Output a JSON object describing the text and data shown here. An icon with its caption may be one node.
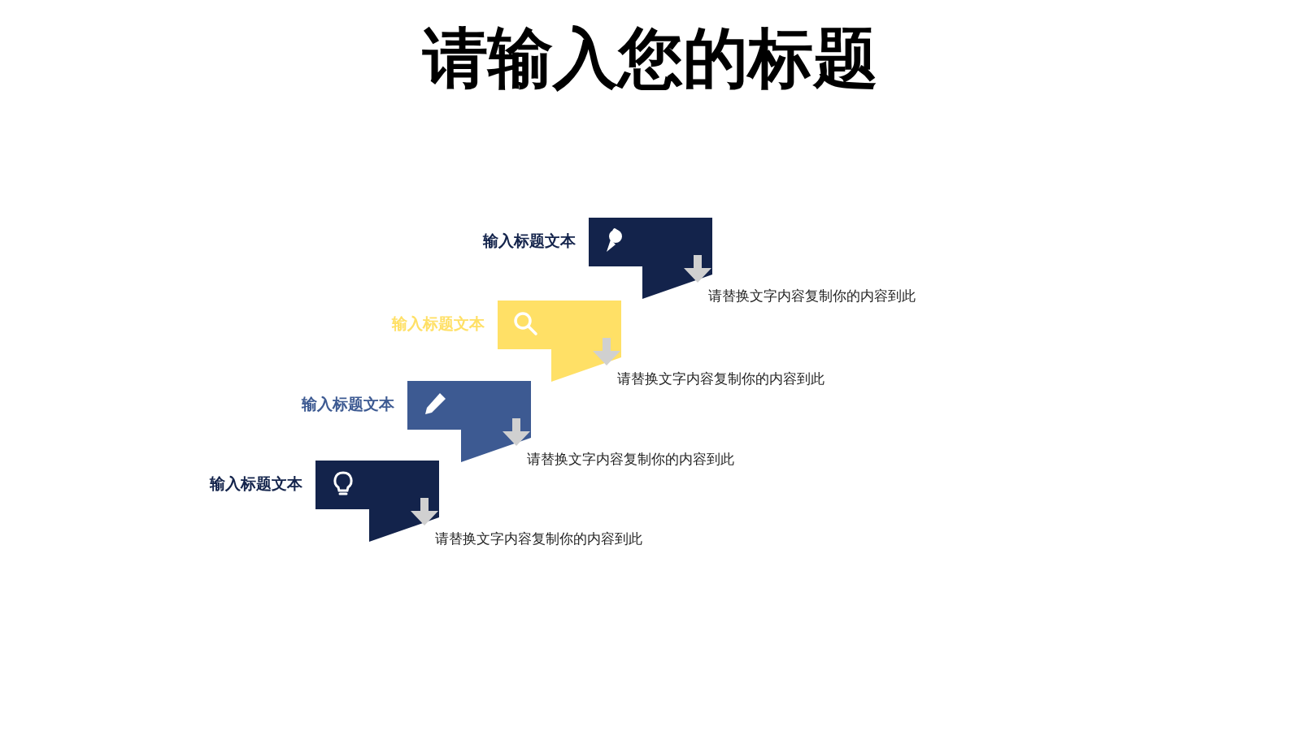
{
  "diagram": {
    "title": "请输入您的标题",
    "nodes": [
      {
        "text": [
          "输入标题文本"
        ],
        "beside": [
          "请替换文字内容复制你的内容到此"
        ]
      },
      {
        "text": [
          "输入标题文本"
        ],
        "beside": [
          "请替换文字内容复制你的内容到此"
        ]
      },
      {
        "text": [
          "输入标题文本"
        ],
        "beside": [
          "请替换文字内容复制你的内容到此"
        ]
      },
      {
        "text": [
          "输入标题文本"
        ],
        "beside": [
          "请替换文字内容复制你的内容到此"
        ]
      }
    ],
    "edges": []
  }
}
